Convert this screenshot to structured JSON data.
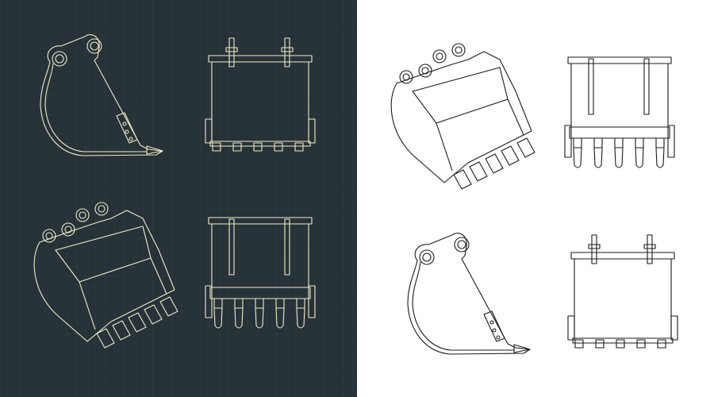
{
  "colors": {
    "dark_background": "#263238",
    "dark_grid": "#33424a",
    "dark_line": "#f1ebc6",
    "light_background": "#ffffff",
    "light_line": "#1a1a1a"
  },
  "panels": [
    {
      "theme": "dark",
      "views": [
        "side-view",
        "front-view",
        "isometric-view",
        "front-view-with-teeth"
      ]
    },
    {
      "theme": "light",
      "views": [
        "isometric-view",
        "front-view-with-teeth",
        "side-view",
        "front-view"
      ]
    }
  ]
}
